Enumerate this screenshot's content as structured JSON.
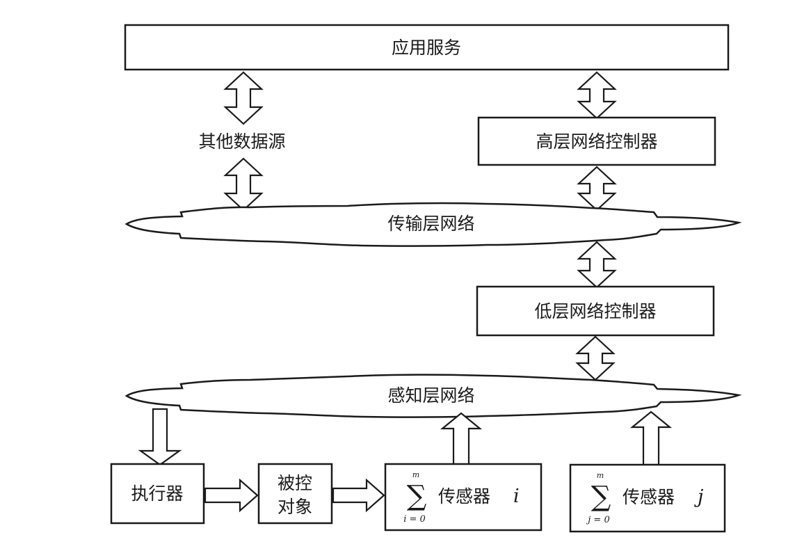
{
  "diagram": {
    "nodes": {
      "app_service": "应用服务",
      "other_sources": "其他数据源",
      "high_controller": "高层网络控制器",
      "transport_network": "传输层网络",
      "low_controller": "低层网络控制器",
      "sensing_network": "感知层网络",
      "actuator": "执行器",
      "controlled_object_line1": "被控",
      "controlled_object_line2": "对象",
      "sensor_i": {
        "sum_upper": "m",
        "sum_symbol": "∑",
        "sum_lower": "i = 0",
        "label": "传感器",
        "index": "i"
      },
      "sensor_j": {
        "sum_upper": "m",
        "sum_symbol": "∑",
        "sum_lower": "j = 0",
        "label": "传感器",
        "index": "j"
      }
    },
    "edges": [
      {
        "from": "app_service",
        "to": "other_sources",
        "type": "bidirectional"
      },
      {
        "from": "other_sources",
        "to": "transport_network",
        "type": "bidirectional"
      },
      {
        "from": "app_service",
        "to": "high_controller",
        "type": "bidirectional"
      },
      {
        "from": "high_controller",
        "to": "transport_network",
        "type": "bidirectional"
      },
      {
        "from": "transport_network",
        "to": "low_controller",
        "type": "bidirectional"
      },
      {
        "from": "low_controller",
        "to": "sensing_network",
        "type": "bidirectional"
      },
      {
        "from": "sensing_network",
        "to": "actuator",
        "type": "directed"
      },
      {
        "from": "actuator",
        "to": "controlled_object",
        "type": "directed"
      },
      {
        "from": "controlled_object",
        "to": "sensor_i",
        "type": "directed"
      },
      {
        "from": "sensor_i",
        "to": "sensing_network",
        "type": "directed"
      },
      {
        "from": "sensor_j",
        "to": "sensing_network",
        "type": "directed"
      }
    ]
  }
}
